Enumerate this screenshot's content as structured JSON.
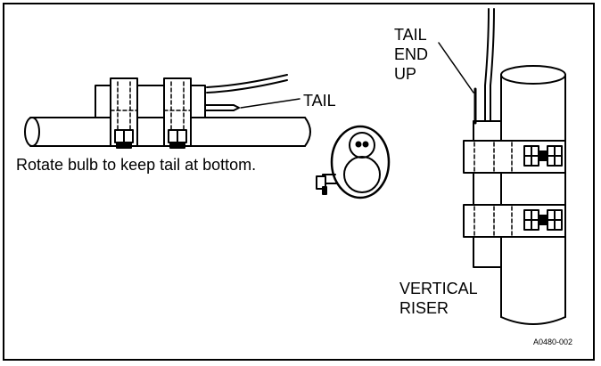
{
  "labels": {
    "tail": "TAIL",
    "tail_end_up": [
      "TAIL",
      "END",
      "UP"
    ],
    "rotate_note": "Rotate bulb to keep tail at bottom.",
    "vertical_riser": [
      "VERTICAL",
      "RISER"
    ],
    "figure_id": "A0480-002"
  },
  "colors": {
    "line": "#000000",
    "background": "#ffffff"
  }
}
